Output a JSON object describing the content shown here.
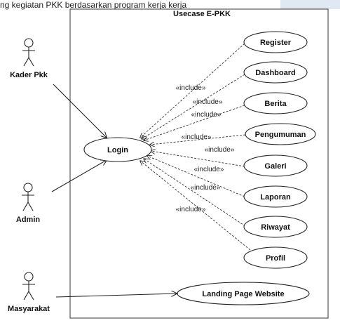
{
  "top_text": "ng kegiatan PKK berdasarkan program kerja kerja ",
  "diagram": {
    "title": "Usecase E-PKK",
    "actors": [
      {
        "id": "kader",
        "label": "Kader Pkk"
      },
      {
        "id": "admin",
        "label": "Admin"
      },
      {
        "id": "masyarakat",
        "label": "Masyarakat"
      }
    ],
    "usecases": [
      {
        "id": "login",
        "label": "Login"
      },
      {
        "id": "register",
        "label": "Register"
      },
      {
        "id": "dashboard",
        "label": "Dashboard"
      },
      {
        "id": "berita",
        "label": "Berita"
      },
      {
        "id": "pengumuman",
        "label": "Pengumuman"
      },
      {
        "id": "galeri",
        "label": "Galeri"
      },
      {
        "id": "laporan",
        "label": "Laporan"
      },
      {
        "id": "riwayat",
        "label": "Riwayat"
      },
      {
        "id": "profil",
        "label": "Profil"
      },
      {
        "id": "landing",
        "label": "Landing Page Website"
      }
    ],
    "include_label": "«include»",
    "associations": [
      {
        "from": "kader",
        "to": "login"
      },
      {
        "from": "admin",
        "to": "login"
      },
      {
        "from": "masyarakat",
        "to": "landing"
      }
    ],
    "includes": [
      {
        "from": "register",
        "to": "login"
      },
      {
        "from": "dashboard",
        "to": "login"
      },
      {
        "from": "berita",
        "to": "login"
      },
      {
        "from": "pengumuman",
        "to": "login"
      },
      {
        "from": "galeri",
        "to": "login"
      },
      {
        "from": "laporan",
        "to": "login"
      },
      {
        "from": "riwayat",
        "to": "login"
      },
      {
        "from": "profil",
        "to": "login"
      }
    ]
  }
}
